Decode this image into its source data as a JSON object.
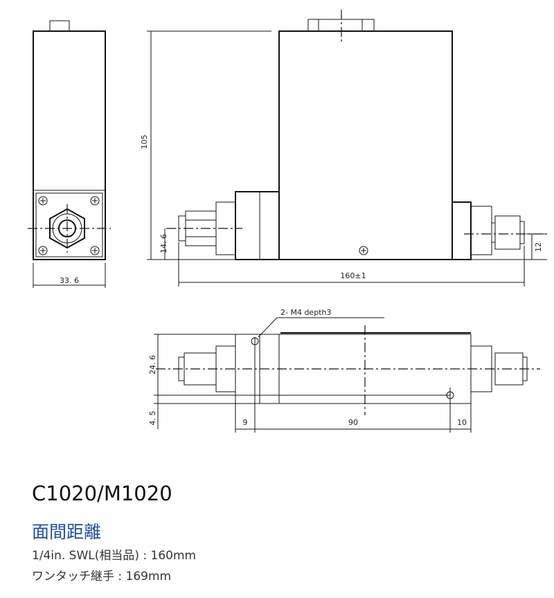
{
  "drawing": {
    "dims": {
      "side_width": "33. 6",
      "height": "105",
      "port_height": "14. 6",
      "right_port_height": "12",
      "face_to_face": "160±1",
      "hole_note": "2- M4 depth3",
      "bottom_width": "24. 6",
      "hole_offset_y": "4. 5",
      "hole_offset_left": "9",
      "hole_pitch": "90",
      "hole_offset_right": "10"
    }
  },
  "info": {
    "model": "C1020/M1020",
    "heading": "面間距離",
    "lines": [
      "1/4in. SWL(相当品) : 160mm",
      "ワンタッチ継手 : 169mm"
    ],
    "heading_color": "#1f4e9a"
  }
}
